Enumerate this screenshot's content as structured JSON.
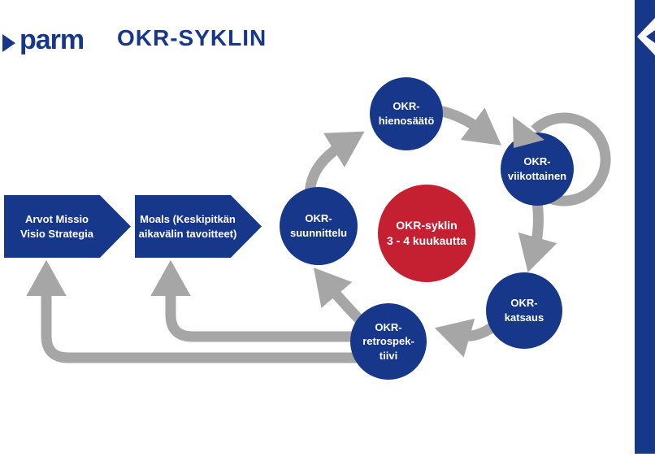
{
  "slide": {
    "title": "OKR-SYKLIN"
  },
  "logo": {
    "text": "parm"
  },
  "icons": {
    "logo_mark": "play-triangle",
    "nav_back": "chevron-left"
  },
  "flow_boxes": [
    {
      "id": "arvot",
      "lines": [
        "Arvot Missio",
        "Visio Strategia"
      ]
    },
    {
      "id": "moals",
      "lines": [
        "Moals (Keskipitkän",
        "aikavälin tavoitteet)"
      ]
    }
  ],
  "cycle_steps": [
    {
      "id": "suunnittelu",
      "lines": [
        "OKR-",
        "suunnittelu"
      ]
    },
    {
      "id": "hienosaato",
      "lines": [
        "OKR-",
        "hienosäätö"
      ]
    },
    {
      "id": "viikottainen",
      "lines": [
        "OKR-",
        "viikottainen"
      ]
    },
    {
      "id": "katsaus",
      "lines": [
        "OKR-",
        "katsaus"
      ]
    },
    {
      "id": "retrospektiivi",
      "lines": [
        "OKR-",
        "retrospek-",
        "tiivi"
      ]
    }
  ],
  "cycle_center": {
    "lines": [
      "OKR-syklin",
      "3 - 4 kuukautta"
    ]
  },
  "colors": {
    "primary_blue": "#17388A",
    "accent_red": "#C42032",
    "arrow_gray": "#A6A6A6",
    "text_on_dark": "#FFFFFF"
  }
}
